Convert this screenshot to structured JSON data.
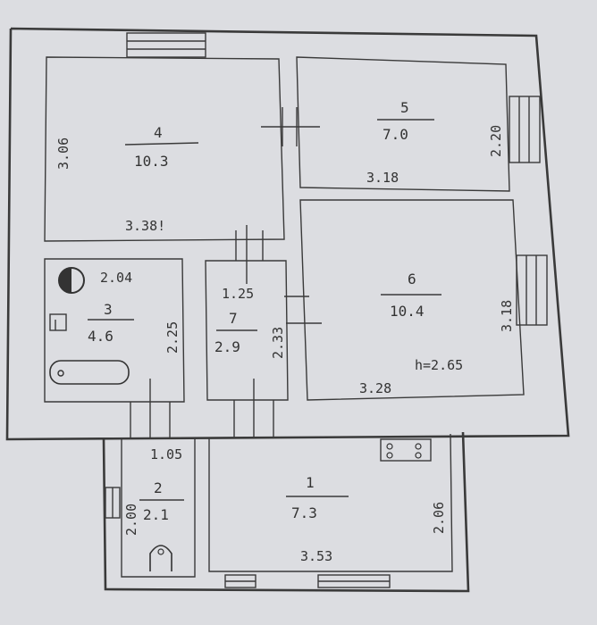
{
  "rooms": [
    {
      "id": "4",
      "number": "4",
      "area": "10.3",
      "width": "3.38!",
      "height": "3.06"
    },
    {
      "id": "5",
      "number": "5",
      "area": "7.0",
      "width": "3.18",
      "height": "2.20"
    },
    {
      "id": "6",
      "number": "6",
      "area": "10.4",
      "width": "3.28",
      "height": "3.18",
      "ceiling": "h=2.65"
    },
    {
      "id": "3",
      "number": "3",
      "area": "4.6",
      "width": "2.04",
      "height": "2.25"
    },
    {
      "id": "7",
      "number": "7",
      "area": "2.9",
      "width": "1.25",
      "height": "2.33"
    },
    {
      "id": "2",
      "number": "2",
      "area": "2.1",
      "width": "1.05",
      "height": "2.00"
    },
    {
      "id": "1",
      "number": "1",
      "area": "7.3",
      "width": "3.53",
      "height": "2.06"
    }
  ],
  "colors": {
    "paper": "#dcdde1",
    "ink": "#3a3a3a"
  }
}
